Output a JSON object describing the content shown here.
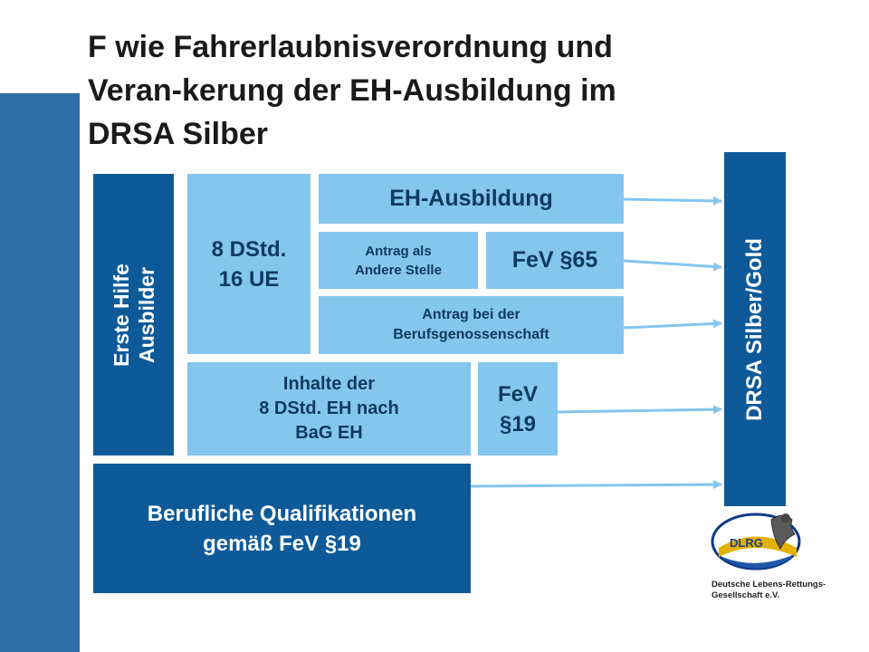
{
  "slide": {
    "title_lines": [
      "F wie Fahrerlaubnisverordnung und",
      "Veran-kerung der EH-Ausbildung im",
      "DRSA Silber"
    ]
  },
  "diagram": {
    "erste_hilfe": {
      "lines": [
        "Erste Hilfe",
        "Ausbilder"
      ]
    },
    "dstd": {
      "lines": [
        "8 DStd.",
        "16 UE"
      ]
    },
    "eh_ausbildung": {
      "label": "EH-Ausbildung"
    },
    "antrag_andere": {
      "lines": [
        "Antrag als",
        "Andere Stelle"
      ]
    },
    "fev65": {
      "label": "FeV §65"
    },
    "antrag_bg": {
      "lines": [
        "Antrag bei der",
        "Berufsgenossenschaft"
      ]
    },
    "inhalte": {
      "lines": [
        "Inhalte der",
        "8 DStd. EH nach",
        "BaG EH"
      ]
    },
    "fev19": {
      "lines": [
        "FeV",
        "§19"
      ]
    },
    "berufliche": {
      "lines": [
        "Berufliche Qualifikationen",
        "gemäß FeV §19"
      ]
    },
    "drsa": {
      "label": "DRSA Silber/Gold"
    }
  },
  "logo": {
    "name": "dlrg-logo",
    "text": "DLRG",
    "caption_lines": [
      "Deutsche Lebens-Rettungs-",
      "Gesellschaft e.V."
    ]
  },
  "colors": {
    "light_box": "#84c6ee",
    "dark_box": "#0e5a99",
    "sidebar": "#2f6ea6",
    "arrow": "#84c6ee"
  }
}
